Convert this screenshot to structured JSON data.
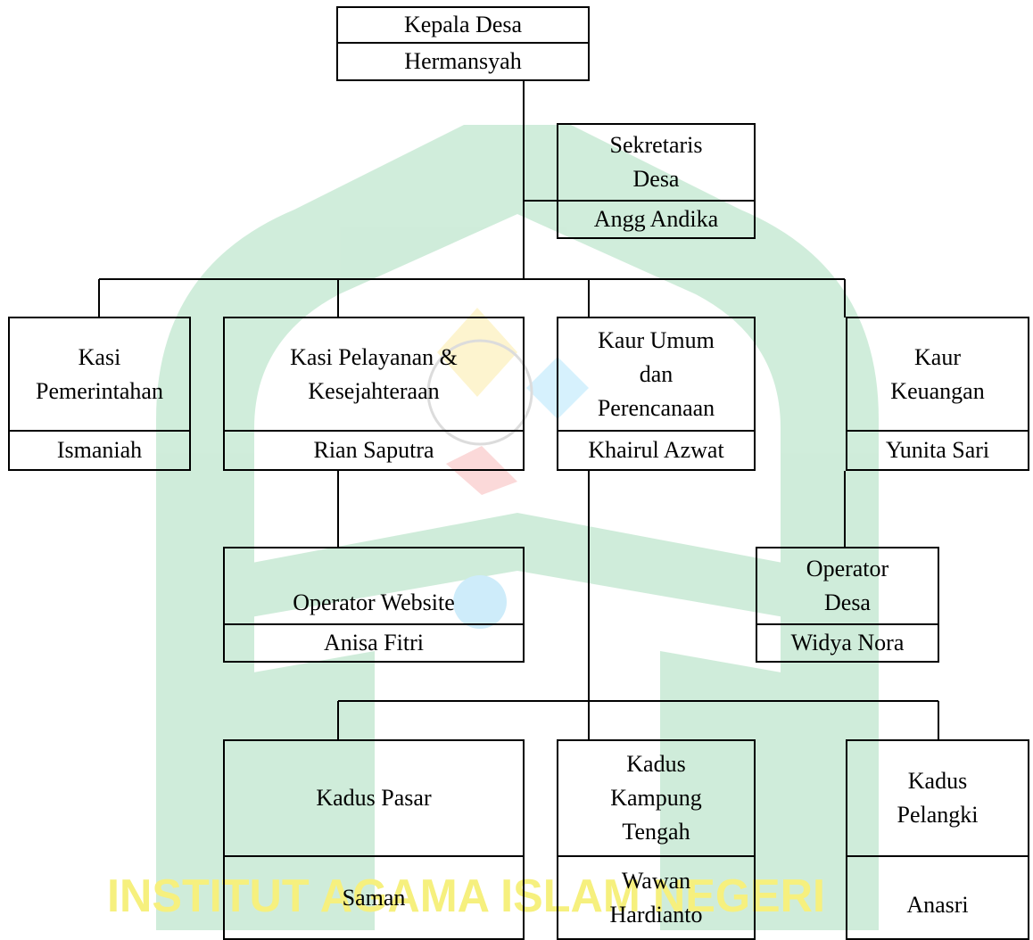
{
  "watermark": {
    "text": "INSTITUT AGAMA ISLAM NEGERI",
    "color": "#16a34a"
  },
  "nodes": {
    "kepala": {
      "title": "Kepala Desa",
      "name": "Hermansyah"
    },
    "sekretaris": {
      "title": "Sekretaris Desa",
      "name": "Angg Andika"
    },
    "kasi_pemerintahan": {
      "title": "Kasi Pemerintahan",
      "name": "Ismaniah"
    },
    "kasi_pelayanan": {
      "title": "Kasi Pelayanan & Kesejahteraan",
      "name": "Rian Saputra"
    },
    "kaur_umum": {
      "title": "Kaur Umum dan Perencanaan",
      "name": "Khairul Azwat"
    },
    "kaur_keuangan": {
      "title": "Kaur Keuangan",
      "name": "Yunita Sari"
    },
    "operator_website": {
      "title": "Operator Website",
      "name": "Anisa Fitri"
    },
    "operator_desa": {
      "title": "Operator Desa",
      "name": "Widya Nora"
    },
    "kadus_pasar": {
      "title": "Kadus Pasar",
      "name": "Saman"
    },
    "kadus_kampung": {
      "title": "Kadus Kampung Tengah",
      "name": "Wawan Hardianto"
    },
    "kadus_pelangki": {
      "title": "Kadus Pelangki",
      "name": "Anasri"
    }
  }
}
